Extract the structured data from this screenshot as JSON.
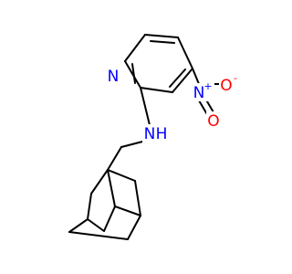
{
  "molecule": {
    "atoms": {
      "pyridine_n": {
        "symbol": "N",
        "color": "#0000ff"
      },
      "amine_n": {
        "symbol": "N",
        "color": "#0000ff"
      },
      "amine_h": {
        "symbol": "H",
        "color": "#0000ff"
      },
      "nitro_n": {
        "symbol": "N",
        "color": "#0000ff",
        "charge": "+"
      },
      "nitro_o_minus": {
        "symbol": "O",
        "color": "#ff0000",
        "charge": "-"
      },
      "nitro_o_double": {
        "symbol": "O",
        "color": "#ff0000"
      }
    }
  }
}
